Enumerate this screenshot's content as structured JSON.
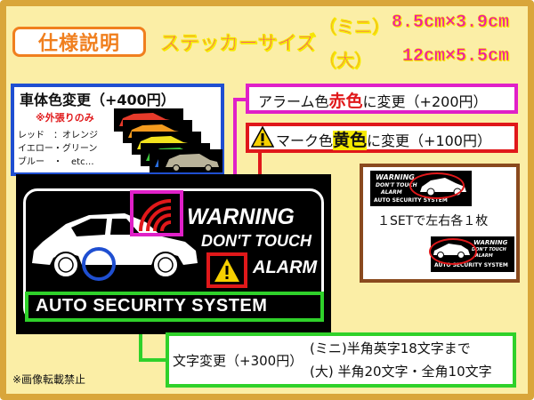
{
  "title": "仕様説明",
  "size": {
    "label": "ステッカーサイズ",
    "mini_label": "（ミニ）",
    "mini_value": "8.5cm×3.9cm",
    "large_label": "（大）",
    "large_value": "12cm×5.5cm"
  },
  "body_color": {
    "title": "車体色変更（+400円）",
    "note": "※外張りのみ",
    "line1": "レッド　：オレンジ",
    "line2": "イエロー・グリーン",
    "line3": "ブルー　・　etc…"
  },
  "alarm_color": {
    "prefix": "アラーム色",
    "highlight": "赤色",
    "suffix": "に変更（+200円）"
  },
  "mark_color": {
    "prefix": "マーク色",
    "highlight": "黄色",
    "suffix": "に変更（+100円）"
  },
  "sticker": {
    "warning": "WARNING",
    "dont_touch": "DON'T TOUCH",
    "alarm": "ALARM",
    "system": "AUTO SECURITY SYSTEM"
  },
  "set_box": {
    "text": "１SETで左右各１枚"
  },
  "text_change": {
    "title": "文字変更（+300円）",
    "line1": "(ミニ)半角英字18文字まで",
    "line2": "(大) 半角20文字・全角10文字"
  },
  "footer": "※画像転載禁止",
  "colors": {
    "frame": "#d9a63a",
    "background": "#fbeea6",
    "title_orange": "#f07f1e",
    "size_pink": "#f01ea0",
    "blue_box": "#1f4fd1",
    "magenta_box": "#e020c8",
    "red_box": "#e0181a",
    "green_box": "#2fd12a",
    "brown_box": "#8a4a1e"
  }
}
